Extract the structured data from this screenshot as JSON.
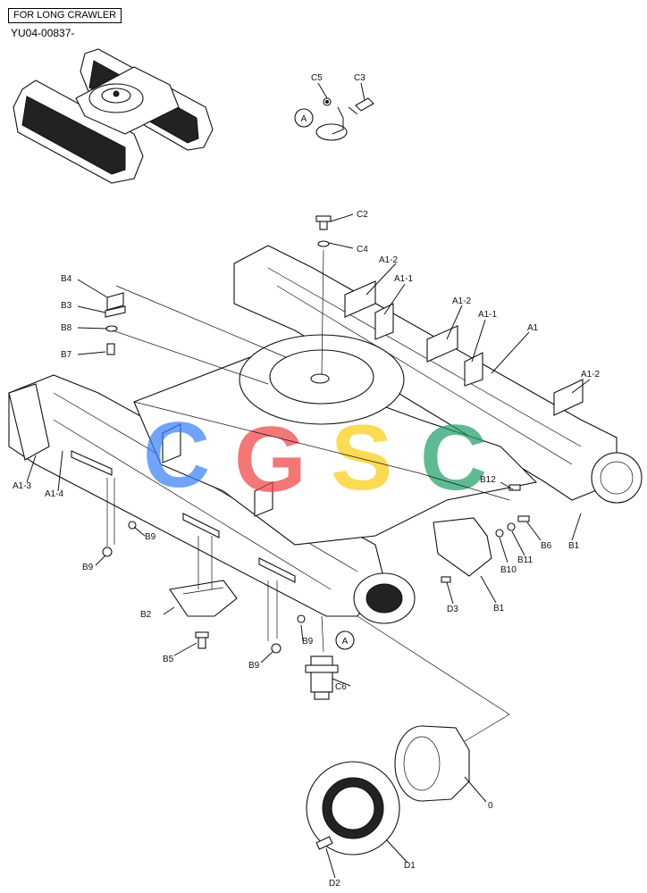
{
  "header": {
    "variant": "FOR LONG CRAWLER",
    "serial": "YU04-00837-"
  },
  "watermark": {
    "text": "CGSC",
    "letters": [
      {
        "char": "C",
        "color": "#3b82f6"
      },
      {
        "char": "G",
        "color": "#ef4444"
      },
      {
        "char": "S",
        "color": "#facc15"
      },
      {
        "char": "C",
        "color": "#22a06b"
      }
    ]
  },
  "callouts": {
    "A1": "A1",
    "A1_1a": "A1-1",
    "A1_1b": "A1-1",
    "A1_2a": "A1-2",
    "A1_2b": "A1-2",
    "A1_2c": "A1-2",
    "A1_3": "A1-3",
    "A1_4": "A1-4",
    "B1a": "B1",
    "B1b": "B1",
    "B2": "B2",
    "B3": "B3",
    "B4": "B4",
    "B5": "B5",
    "B6": "B6",
    "B7": "B7",
    "B8": "B8",
    "B9a": "B9",
    "B9b": "B9",
    "B9c": "B9",
    "B9d": "B9",
    "B10": "B10",
    "B11": "B11",
    "B12": "B12",
    "C2": "C2",
    "C3": "C3",
    "C4": "C4",
    "C5": "C5",
    "C6": "C6",
    "D1": "D1",
    "D2": "D2",
    "D3": "D3",
    "zero": "0",
    "refA1": "A",
    "refA2": "A"
  }
}
